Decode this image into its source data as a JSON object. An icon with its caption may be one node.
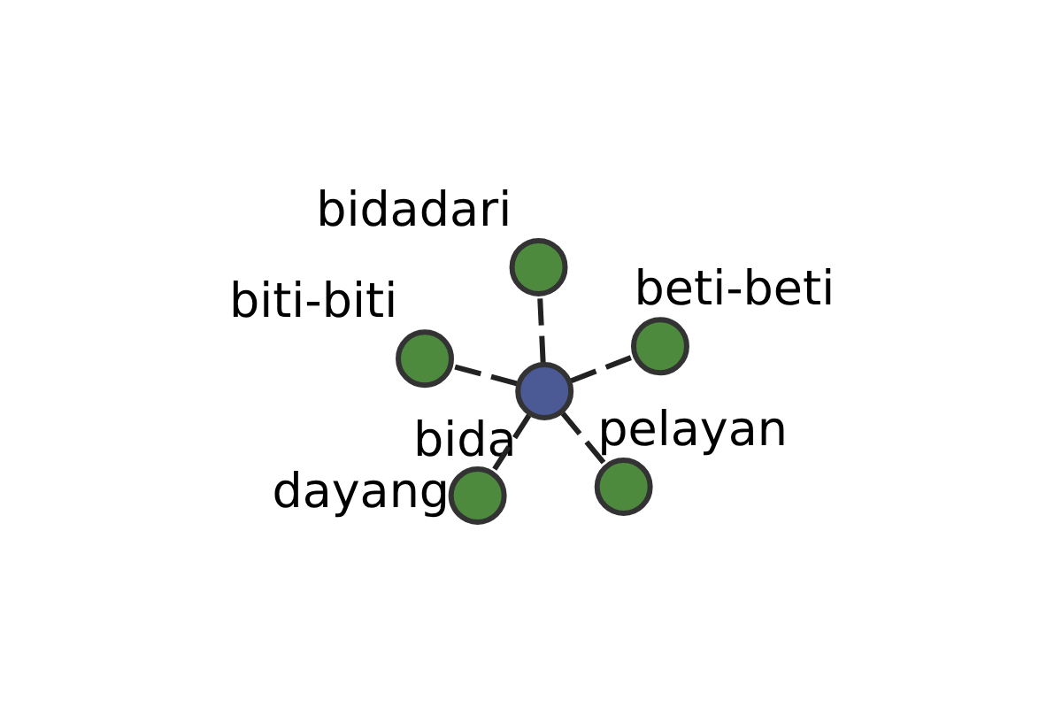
{
  "diagram": {
    "nodes": [
      {
        "text": [
          "bida"
        ]
      },
      {
        "text": [
          "pelayan"
        ]
      },
      {
        "text": [
          "dayang"
        ]
      },
      {
        "text": [
          "biti-biti"
        ]
      },
      {
        "text": [
          "beti-beti"
        ]
      },
      {
        "text": [
          "bidadari"
        ]
      }
    ],
    "edges": [
      {
        "from": 0,
        "to": 1,
        "arrow": "none",
        "style": "dashed"
      },
      {
        "from": 0,
        "to": 2,
        "arrow": "none",
        "style": "dashed"
      },
      {
        "from": 0,
        "to": 3,
        "arrow": "none",
        "style": "dashed"
      },
      {
        "from": 0,
        "to": 4,
        "arrow": "none",
        "style": "dashed"
      },
      {
        "from": 0,
        "to": 5,
        "arrow": "none",
        "style": "dashed"
      }
    ]
  }
}
